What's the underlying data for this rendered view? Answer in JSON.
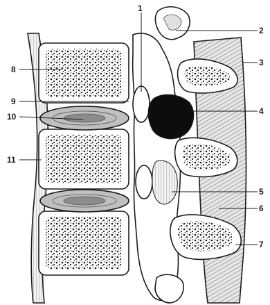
{
  "labels": [
    {
      "id": "1",
      "text": "1"
    },
    {
      "id": "2",
      "text": "2"
    },
    {
      "id": "3",
      "text": "3"
    },
    {
      "id": "4",
      "text": "4"
    },
    {
      "id": "5",
      "text": "5"
    },
    {
      "id": "6",
      "text": "6"
    },
    {
      "id": "7",
      "text": "7"
    },
    {
      "id": "8",
      "text": "8"
    },
    {
      "id": "9",
      "text": "9"
    },
    {
      "id": "10",
      "text": "10"
    },
    {
      "id": "11",
      "text": "11"
    }
  ],
  "colors": {
    "ink": "#1a1a1a",
    "bone": "#ffffff",
    "disc": "#bfbfbf",
    "disc_core": "#8c8c8c",
    "foramen": "#0d0d0d",
    "muscle": "#d9d9d9"
  }
}
